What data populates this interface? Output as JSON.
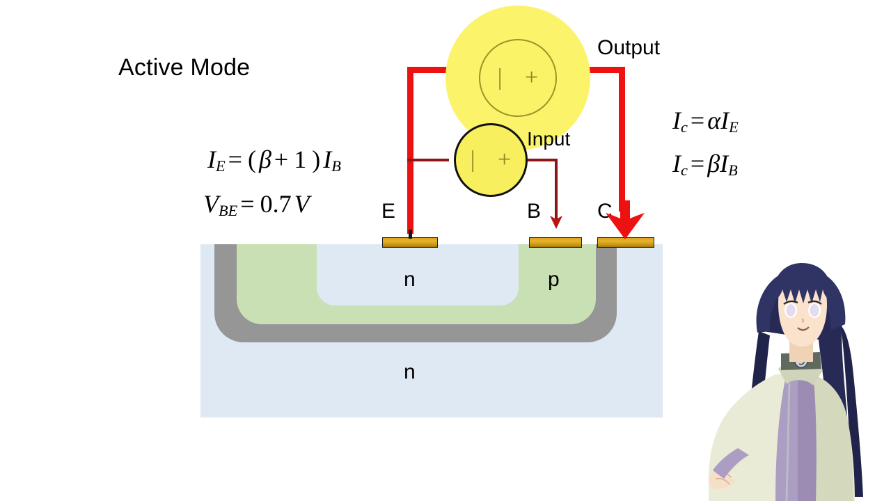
{
  "title": "Active Mode",
  "equations": {
    "left": [
      {
        "id": "ie",
        "lhs_var": "I",
        "lhs_sub": "E",
        "rhs": "(β + 1)I_B",
        "plain": "I_E = (β + 1)I_B"
      },
      {
        "id": "vbe",
        "lhs_var": "V",
        "lhs_sub": "BE",
        "rhs": "0.7V",
        "plain": "V_BE = 0.7V"
      }
    ],
    "right": [
      {
        "id": "ic_alpha",
        "plain": "I_c = αI_E"
      },
      {
        "id": "ic_beta",
        "plain": "I_c = βI_B"
      }
    ],
    "parts": {
      "I": "I",
      "V": "V",
      "sub_E": "E",
      "sub_B": "B",
      "sub_BE": "BE",
      "sub_c": "c",
      "equals": "=",
      "plus": "+",
      "one": "1",
      "open_paren": "(",
      "close_paren": ")",
      "beta": "β",
      "alpha": "α",
      "vbe_value": "0.7",
      "volt_unit": "V"
    }
  },
  "circuit": {
    "source_symbol": "| +",
    "output_label": "Output",
    "input_label": "Input",
    "terminals": [
      {
        "id": "e",
        "label": "E"
      },
      {
        "id": "b",
        "label": "B"
      },
      {
        "id": "c",
        "label": "C"
      }
    ]
  },
  "device": {
    "regions": [
      {
        "id": "n-top",
        "label": "n",
        "color": "#dfe9f4"
      },
      {
        "id": "p",
        "label": "p",
        "color": "#c8e0b3"
      },
      {
        "id": "n-sub",
        "label": "n",
        "color": "#dfe9f4"
      }
    ],
    "isolation_color": "#969696",
    "contact_color": "#d9a520"
  },
  "colors": {
    "wire_red": "#ee1111",
    "wire_dark_red": "#8f1515",
    "glow_yellow": "#fbf36a",
    "source_yellow": "#f7ef63",
    "substrate_blue": "#dfe9f4",
    "p_green": "#c8e0b3",
    "gray": "#969696",
    "gold": "#d9a520",
    "text": "#000000"
  },
  "character": {
    "alt": "anime-character-illustration",
    "hair_color": "#2b2e5e",
    "jacket_color": "#e8ead3",
    "shirt_color": "#b0a1c4",
    "skin_color": "#f6dfc8"
  }
}
